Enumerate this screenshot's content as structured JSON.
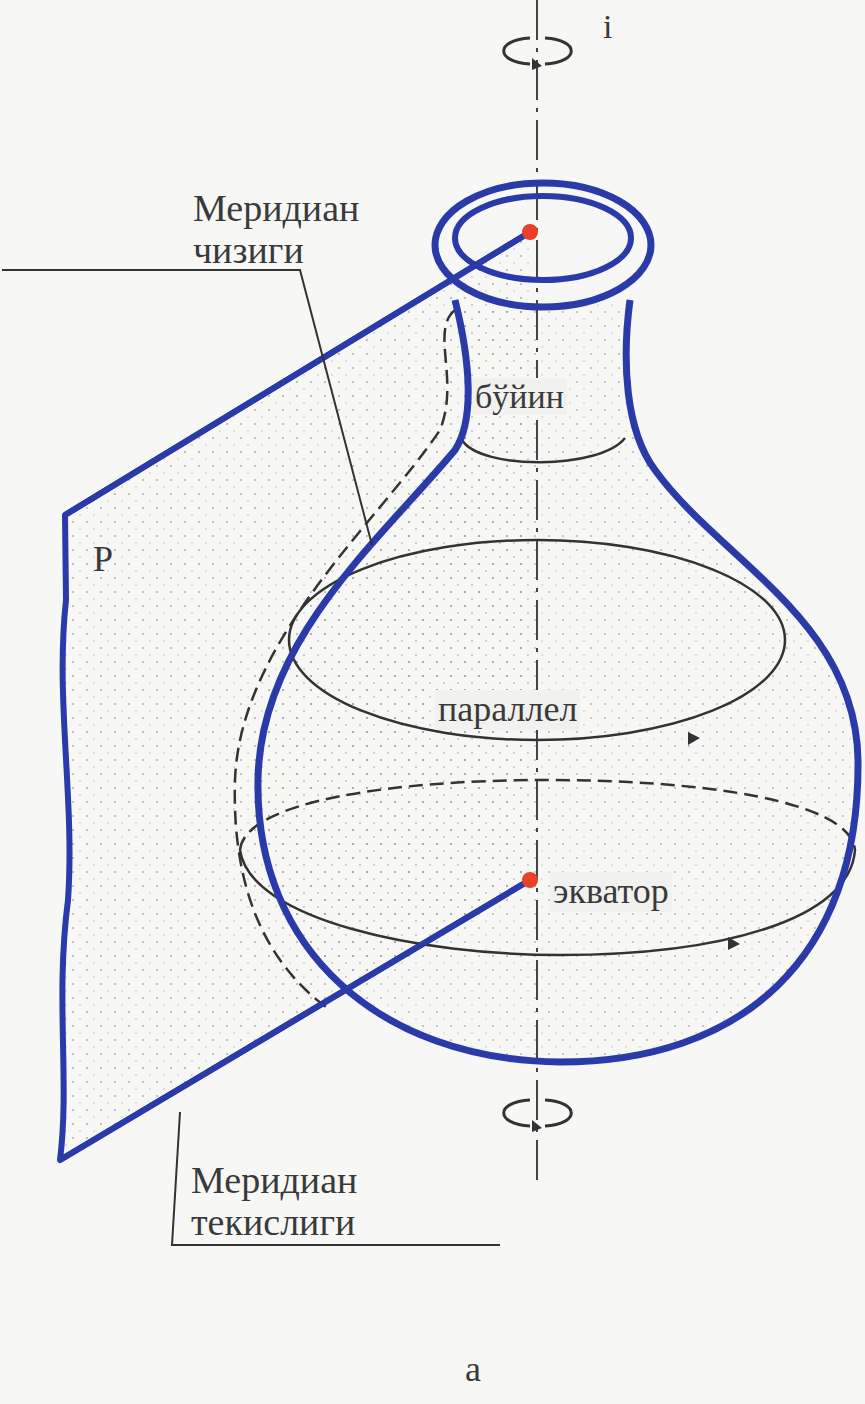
{
  "diagram": {
    "labels": [
      "i",
      "Меридиан чизиги",
      "бўйин",
      "P",
      "параллел",
      "экватор",
      "Меридиан текислиги",
      "а"
    ]
  }
}
